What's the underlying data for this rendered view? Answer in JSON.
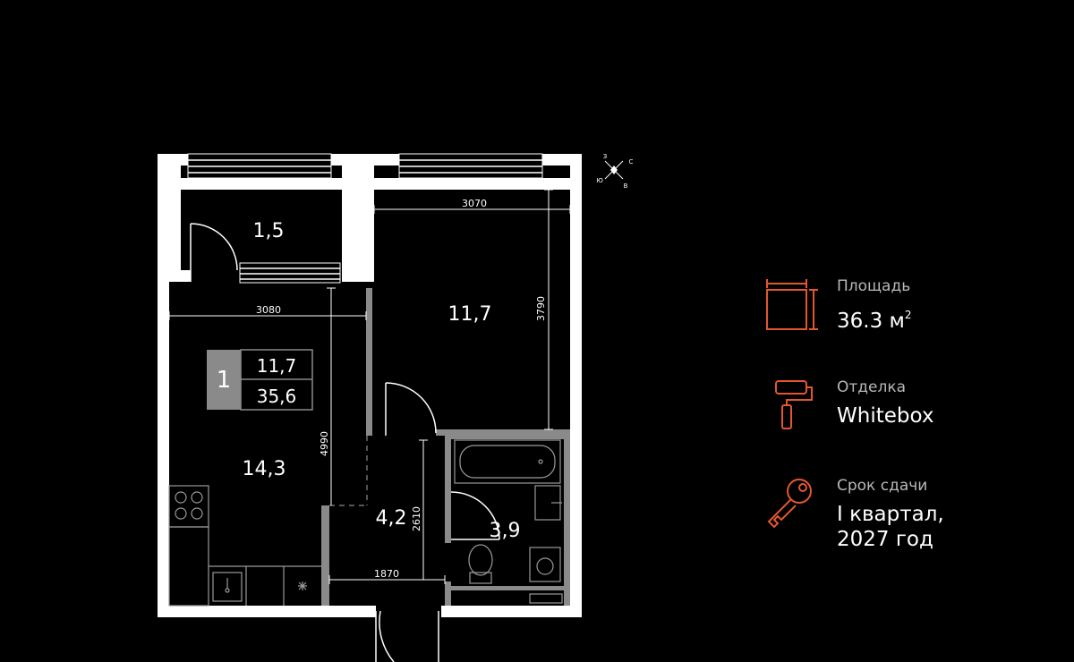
{
  "plan": {
    "rooms": [
      {
        "id": "balcony",
        "area": "1,5"
      },
      {
        "id": "bedroom",
        "area": "11,7"
      },
      {
        "id": "living_kitchen",
        "area": "14,3"
      },
      {
        "id": "hallway",
        "area": "4,2"
      },
      {
        "id": "bathroom",
        "area": "3,9"
      }
    ],
    "dimensions": [
      "3070",
      "3790",
      "3080",
      "4990",
      "2610",
      "1870"
    ],
    "legend": {
      "rooms_count": "1",
      "living_area": "11,7",
      "total_area": "35,6"
    },
    "compass": [
      "С",
      "З",
      "В",
      "Ю"
    ],
    "colors": {
      "walls": "#ffffff",
      "partitions": "#8a8a8a",
      "legend_box": "#8a8a8a",
      "fixtures": "#9a9a9a"
    }
  },
  "info": {
    "accent_color": "#e4572e",
    "items": [
      {
        "icon": "floor-area-icon",
        "label": "Площадь",
        "value": "36.3 м",
        "value_sup": "2"
      },
      {
        "icon": "paint-roller-icon",
        "label": "Отделка",
        "value": "Whitebox"
      },
      {
        "icon": "key-icon",
        "label": "Срок сдачи",
        "value_line1": "I квартал,",
        "value_line2": "2027 год"
      }
    ]
  }
}
